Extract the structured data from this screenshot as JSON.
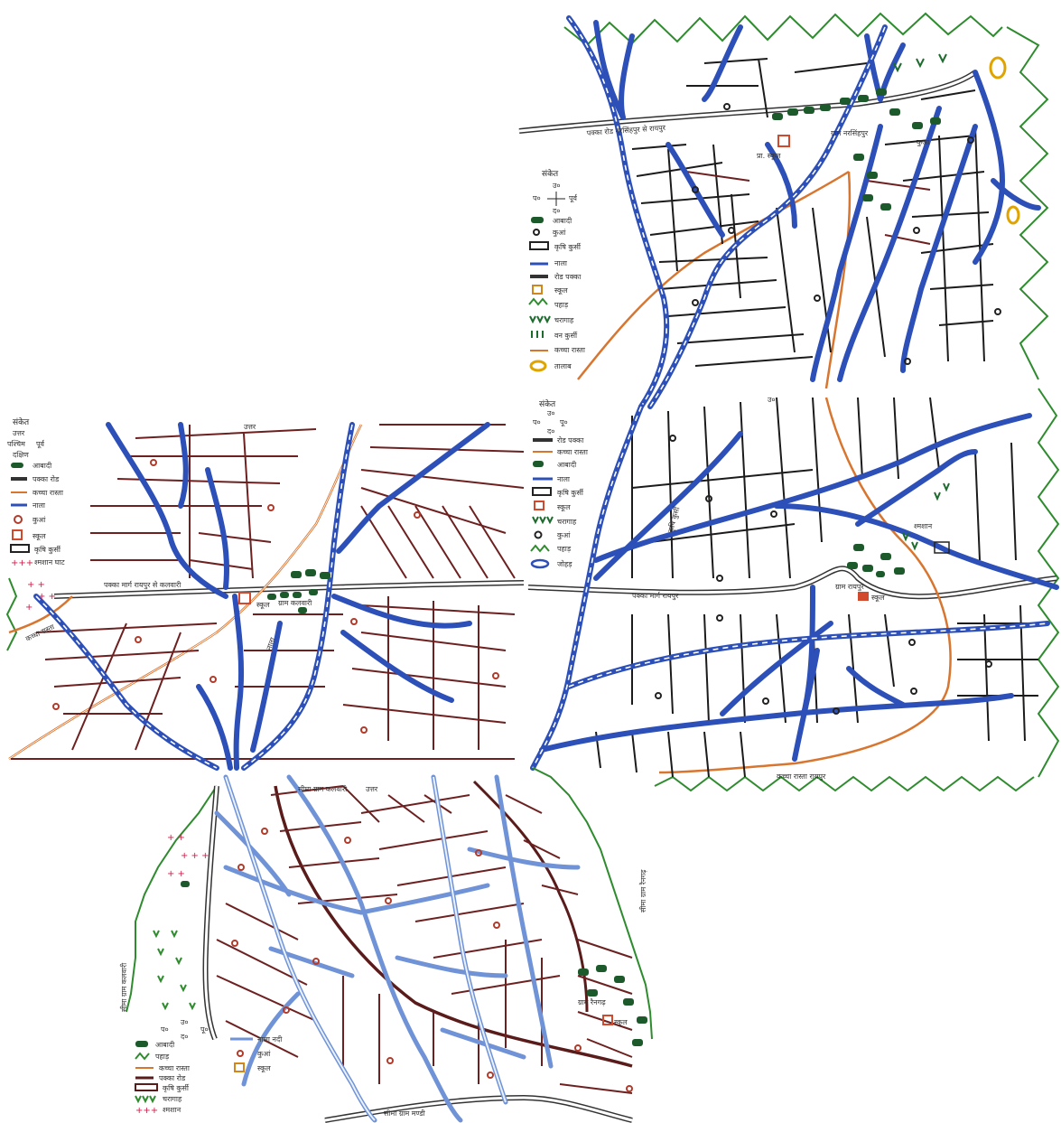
{
  "map": {
    "sheet_north": {
      "legend_title": "संकेत",
      "compass": {
        "n": "उ०",
        "e": "पूर्व",
        "w": "प०",
        "s": "द०"
      },
      "legend": [
        {
          "icon": "settlement-icon",
          "label": "आबादी"
        },
        {
          "icon": "well-icon",
          "label": "कुआं"
        },
        {
          "icon": "farm-pond-icon",
          "label": "कृषि कुर्सी"
        },
        {
          "icon": "drain-icon",
          "label": "नाला"
        },
        {
          "icon": "road-icon",
          "label": "रोड पक्का"
        },
        {
          "icon": "school-icon",
          "label": "स्कूल"
        },
        {
          "icon": "hill-icon",
          "label": "पहाड़"
        },
        {
          "icon": "pasture-icon",
          "label": "चरागाह"
        },
        {
          "icon": "forest-icon",
          "label": "वन कुर्सी"
        },
        {
          "icon": "kacha-road-icon",
          "label": "कच्चा रास्ता"
        },
        {
          "icon": "pond-icon",
          "label": "तालाब"
        }
      ],
      "labels": {
        "road": "पक्का रोड नरसिंहपुर से रायपुर",
        "school": "प्रा. स्कूल",
        "village": "ग्राम नरसिंहपुर",
        "well_label": "कुआं"
      }
    },
    "sheet_west": {
      "legend_title": "संकेत",
      "compass": {
        "n": "उत्तर",
        "e": "पूर्व",
        "w": "पश्चिम",
        "s": "दक्षिण"
      },
      "legend": [
        {
          "icon": "settlement-icon",
          "label": "आबादी"
        },
        {
          "icon": "road-icon",
          "label": "पक्का रोड"
        },
        {
          "icon": "kacha-road-icon",
          "label": "कच्चा रास्ता"
        },
        {
          "icon": "drain-icon",
          "label": "नाला"
        },
        {
          "icon": "well-icon",
          "label": "कुआं"
        },
        {
          "icon": "school-icon",
          "label": "स्कूल"
        },
        {
          "icon": "farm-pond-icon",
          "label": "कृषि कुर्सी"
        },
        {
          "icon": "cremation-icon",
          "label": "श्मशान घाट"
        }
      ],
      "labels": {
        "north": "उत्तर",
        "road": "पक्का मार्ग रायपुर से कलवारी",
        "village": "ग्राम कलवारी",
        "school": "स्कूल",
        "kacha": "कच्चा रास्ता",
        "drain": "नाला"
      }
    },
    "sheet_east": {
      "legend_title": "संकेत",
      "compass": {
        "n": "उ०",
        "e": "पू०",
        "w": "प०",
        "s": "द०"
      },
      "legend": [
        {
          "icon": "road-icon",
          "label": "रोड पक्का"
        },
        {
          "icon": "kacha-road-icon",
          "label": "कच्चा रास्ता"
        },
        {
          "icon": "settlement-icon",
          "label": "आबादी"
        },
        {
          "icon": "drain-icon",
          "label": "नाला"
        },
        {
          "icon": "farm-pond-icon",
          "label": "कृषि कुर्सी"
        },
        {
          "icon": "school-icon",
          "label": "स्कूल"
        },
        {
          "icon": "pasture-icon",
          "label": "चरागाह"
        },
        {
          "icon": "well-icon",
          "label": "कुआं"
        },
        {
          "icon": "hill-icon",
          "label": "पहाड़"
        },
        {
          "icon": "pond-icon",
          "label": "जोहड़"
        }
      ],
      "labels": {
        "north": "उ०",
        "road": "पक्का मार्ग रायपुर",
        "village": "ग्राम रायपुर",
        "school": "स्कूल",
        "cremation": "श्मशान",
        "kacha_road": "कच्चा रास्ता रायपुर",
        "farm": "कृषि कुर्सी"
      }
    },
    "sheet_south": {
      "title": "सीमा ग्राम कलवारी",
      "north": "उत्तर",
      "compass": {
        "n": "उ०",
        "e": "पू०",
        "w": "प०",
        "s": "द०"
      },
      "legend": [
        {
          "icon": "settlement-icon",
          "label": "आबादी"
        },
        {
          "icon": "hill-icon",
          "label": "पहाड़"
        },
        {
          "icon": "kacha-road-icon",
          "label": "कच्चा रास्ता"
        },
        {
          "icon": "road-icon",
          "label": "पक्का रोड"
        },
        {
          "icon": "farm-pond-icon",
          "label": "कृषि कुर्सी"
        },
        {
          "icon": "pasture-icon",
          "label": "चरागाह"
        },
        {
          "icon": "cremation-icon",
          "label": "श्मशान"
        },
        {
          "icon": "drain-icon",
          "label": "नाला नदी"
        },
        {
          "icon": "well-icon",
          "label": "कुआं"
        },
        {
          "icon": "school-icon",
          "label": "स्कूल"
        }
      ],
      "labels": {
        "village": "ग्राम रैनगढ़",
        "school": "स्कूल",
        "boundary_bottom": "सीमा ग्राम मण्डी",
        "east_border": "सीमा ग्राम रैनगढ़",
        "west_border": "सीमा ग्राम कलवारी"
      }
    }
  },
  "colors": {
    "drain": "#2c4fb8",
    "plot": "#1b1b1b",
    "plot_red": "#6d2020",
    "kacha": "#d8752f",
    "hill": "#2e8b2e",
    "school": "#d24a2e",
    "cremation": "#c4204a"
  }
}
